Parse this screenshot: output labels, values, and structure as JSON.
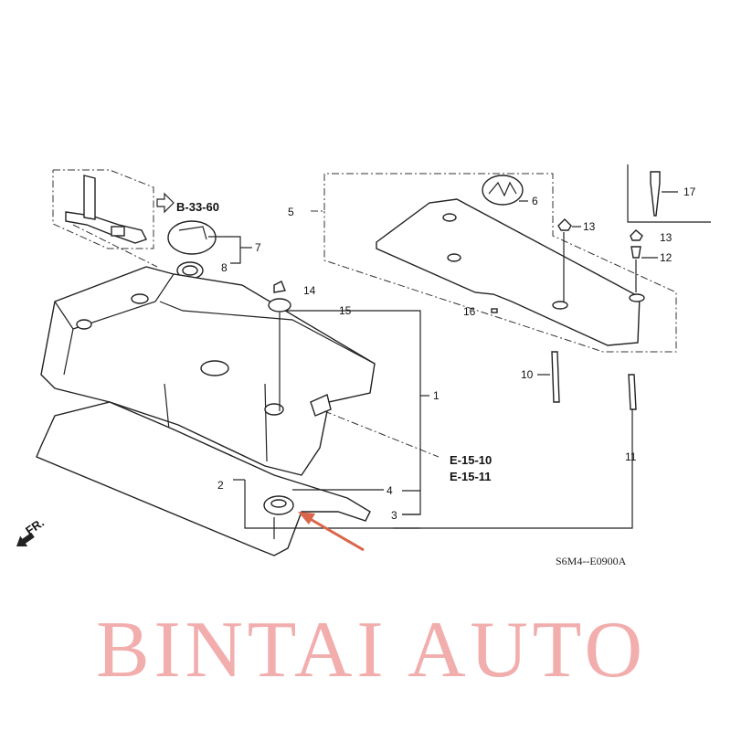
{
  "diagram": {
    "references": {
      "ignition": "B-33-60",
      "e1": "E-15-10",
      "e2": "E-15-11"
    },
    "callouts": {
      "c1": "1",
      "c2": "2",
      "c3": "3",
      "c4": "4",
      "c5": "5",
      "c6": "6",
      "c7": "7",
      "c8": "8",
      "c10": "10",
      "c11": "11",
      "c12": "12",
      "c13a": "13",
      "c13b": "13",
      "c14": "14",
      "c15": "15",
      "c16": "16",
      "c17": "17"
    },
    "front_marker": "FR.",
    "diagram_code": "S6M4--E0900A",
    "watermark": "BINTAI AUTO",
    "colors": {
      "line": "#222222",
      "watermark": "#e86a6a",
      "arrow": "#d9664a"
    }
  }
}
